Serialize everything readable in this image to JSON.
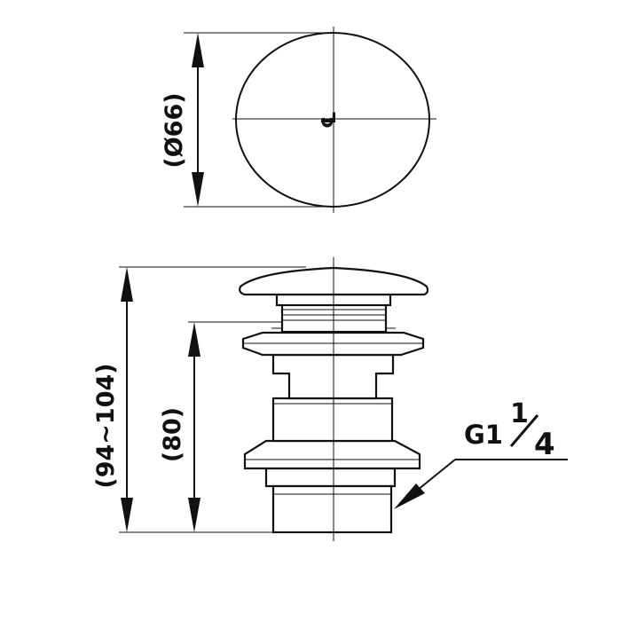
{
  "top_view": {
    "diameter_label": "(Ø66)",
    "centerline_symbol": "℄"
  },
  "side_view": {
    "overall_height_label": "(94~104)",
    "body_height_label": "(80)",
    "thread_label_main": "G1",
    "thread_label_numerator": "1",
    "thread_label_denominator": "4"
  }
}
